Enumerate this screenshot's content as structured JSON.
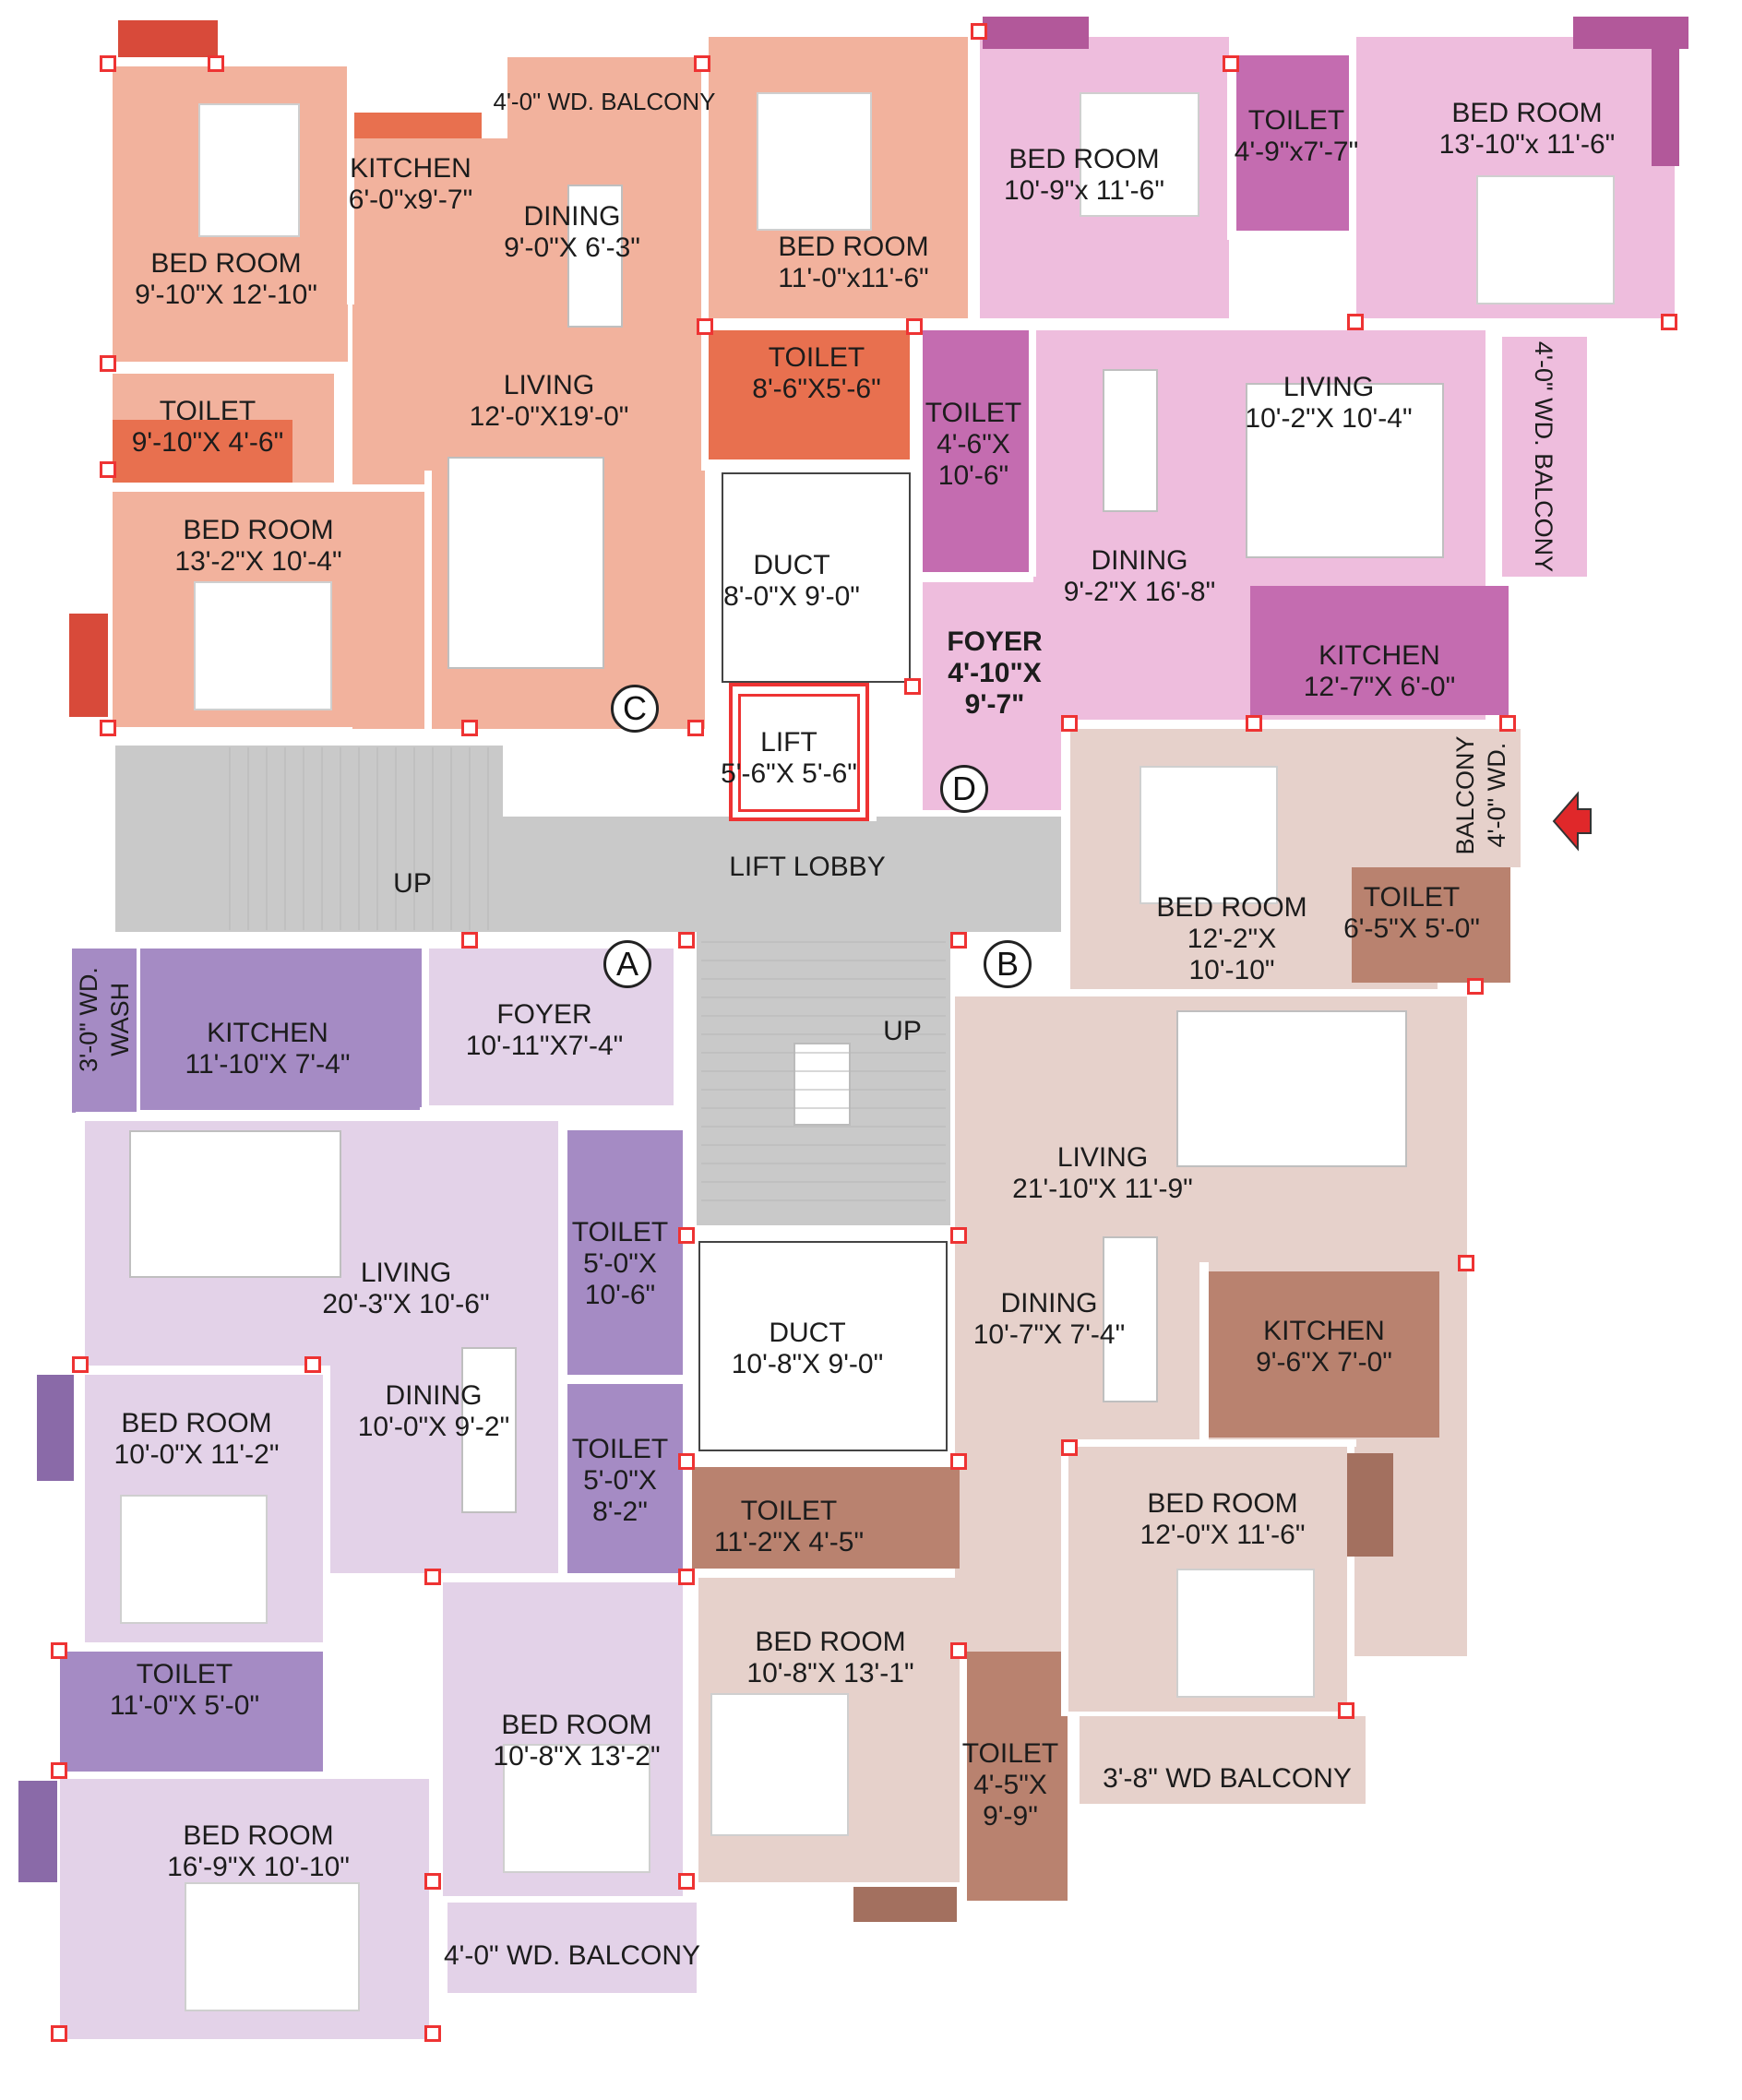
{
  "colors": {
    "unit_c_room": "#f2b29d",
    "unit_c_accent": "#e8704f",
    "unit_d_room": "#eebddd",
    "unit_d_accent": "#c46cb0",
    "unit_a_room": "#e3d2e8",
    "unit_a_accent": "#a58bc4",
    "unit_b_room": "#e6d1cb",
    "unit_b_accent": "#b9826f",
    "common": "#c9c9c9",
    "outline": "#e33b30"
  },
  "units": {
    "c": {
      "badge": "C"
    },
    "d": {
      "badge": "D"
    },
    "a": {
      "badge": "A"
    },
    "b": {
      "badge": "B"
    }
  },
  "rooms": {
    "c_balcony": {
      "name": "4'-0\" WD. BALCONY"
    },
    "c_kitchen": {
      "name": "KITCHEN",
      "size": "6'-0\"x9'-7\""
    },
    "c_dining": {
      "name": "DINING",
      "size": "9'-0\"X 6'-3\""
    },
    "c_bed1": {
      "name": "BED ROOM",
      "size": "9'-10\"X 12'-10\""
    },
    "c_living": {
      "name": "LIVING",
      "size": "12'-0\"X19'-0\""
    },
    "c_toilet1": {
      "name": "TOILET",
      "size": "9'-10\"X 4'-6\""
    },
    "c_bed2": {
      "name": "BED ROOM",
      "size": "13'-2\"X 10'-4\""
    },
    "c_bed3": {
      "name": "BED ROOM",
      "size": "11'-0\"x11'-6\""
    },
    "c_toilet2": {
      "name": "TOILET",
      "size": "8'-6\"X5'-6\""
    },
    "duct_top": {
      "name": "DUCT",
      "size": "8'-0\"X 9'-0\""
    },
    "lift": {
      "name": "LIFT",
      "size": "5'-6\"X 5'-6\""
    },
    "d_bed1": {
      "name": "BED ROOM",
      "size": "10'-9\"x 11'-6\""
    },
    "d_toilet1": {
      "name": "TOILET",
      "size": "4'-9\"x7'-7\""
    },
    "d_bed2": {
      "name": "BED ROOM",
      "size": "13'-10\"x 11'-6\""
    },
    "d_toilet2": {
      "name": "TOILET",
      "line1": "4'-6\"X",
      "line2": "10'-6\""
    },
    "d_living": {
      "name": "LIVING",
      "size": "10'-2\"X 10'-4\""
    },
    "d_balcony": {
      "name": "4'-0\" WD. BALCONY"
    },
    "d_dining": {
      "name": "DINING",
      "size": "9'-2\"X 16'-8\""
    },
    "d_foyer": {
      "name": "FOYER",
      "line1": "4'-10\"X",
      "line2": "9'-7\""
    },
    "d_kitchen": {
      "name": "KITCHEN",
      "size": "12'-7\"X 6'-0\""
    },
    "stair_left": {
      "label": "UP"
    },
    "lift_lobby": {
      "name": "LIFT LOBBY"
    },
    "stair_center": {
      "label": "UP"
    },
    "b_balcony1": {
      "line1": "BALCONY",
      "line2": "4'-0\" WD."
    },
    "b_bed1": {
      "name": "BED ROOM",
      "line1": "12'-2\"X",
      "line2": "10'-10\""
    },
    "b_toilet1": {
      "name": "TOILET",
      "size": "6'-5\"X 5'-0\""
    },
    "a_wash": {
      "line1": "3'-0\" WD.",
      "line2": "WASH"
    },
    "a_kitchen": {
      "name": "KITCHEN",
      "size": "11'-10\"X 7'-4\""
    },
    "a_foyer": {
      "name": "FOYER",
      "size": "10'-11\"X7'-4\""
    },
    "a_living": {
      "name": "LIVING",
      "size": "20'-3\"X 10'-6\""
    },
    "a_toilet1": {
      "name": "TOILET",
      "line1": "5'-0\"X",
      "line2": "10'-6\""
    },
    "duct_bottom": {
      "name": "DUCT",
      "size": "10'-8\"X 9'-0\""
    },
    "b_living": {
      "name": "LIVING",
      "size": "21'-10\"X 11'-9\""
    },
    "b_dining": {
      "name": "DINING",
      "size": "10'-7\"X 7'-4\""
    },
    "b_kitchen": {
      "name": "KITCHEN",
      "size": "9'-6\"X 7'-0\""
    },
    "a_bed1": {
      "name": "BED ROOM",
      "size": "10'-0\"X 11'-2\""
    },
    "a_dining": {
      "name": "DINING",
      "size": "10'-0\"X 9'-2\""
    },
    "a_toilet2": {
      "name": "TOILET",
      "line1": "5'-0\"X",
      "line2": "8'-2\""
    },
    "b_toilet2": {
      "name": "TOILET",
      "size": "11'-2\"X 4'-5\""
    },
    "b_bed2": {
      "name": "BED ROOM",
      "size": "12'-0\"X 11'-6\""
    },
    "b_bed3": {
      "name": "BED ROOM",
      "size": "10'-8\"X 13'-1\""
    },
    "a_toilet3": {
      "name": "TOILET",
      "size": "11'-0\"X 5'-0\""
    },
    "a_bed2": {
      "name": "BED ROOM",
      "size": "10'-8\"X 13'-2\""
    },
    "b_toilet3": {
      "name": "TOILET",
      "line1": "4'-5\"X",
      "line2": "9'-9\""
    },
    "b_balcony2": {
      "name": "3'-8\" WD BALCONY"
    },
    "a_bed3": {
      "name": "BED ROOM",
      "size": "16'-9\"X 10'-10\""
    },
    "a_balcony": {
      "name": "4'-0\" WD. BALCONY"
    }
  }
}
